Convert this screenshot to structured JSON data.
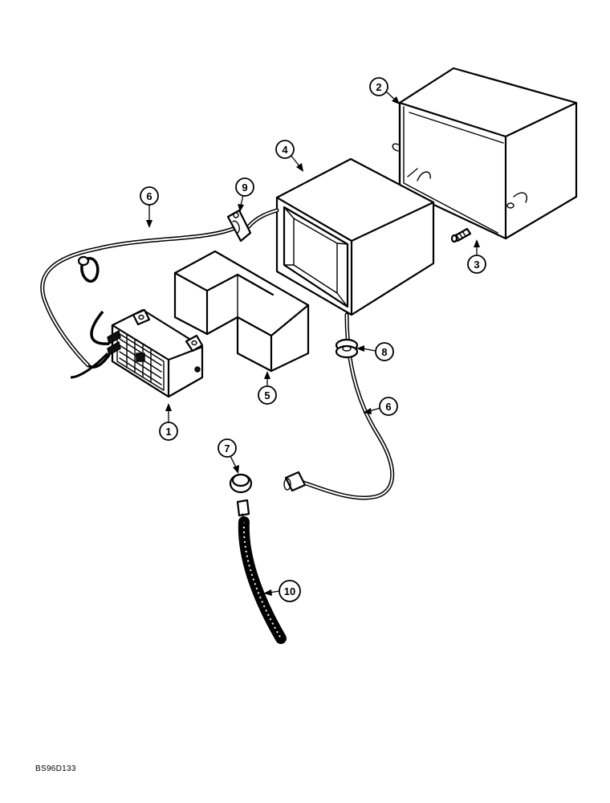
{
  "drawing_id": "BS96D133",
  "callouts": [
    {
      "id": "1",
      "part": "alarm-unit"
    },
    {
      "id": "2",
      "part": "cover"
    },
    {
      "id": "3",
      "part": "screw"
    },
    {
      "id": "4",
      "part": "insulation-sleeve"
    },
    {
      "id": "5",
      "part": "foam-block"
    },
    {
      "id": "6",
      "part": "wire-harness"
    },
    {
      "id": "6",
      "part": "wire-harness"
    },
    {
      "id": "7",
      "part": "connector"
    },
    {
      "id": "8",
      "part": "grommet"
    },
    {
      "id": "9",
      "part": "clip"
    },
    {
      "id": "10",
      "part": "conduit"
    }
  ]
}
